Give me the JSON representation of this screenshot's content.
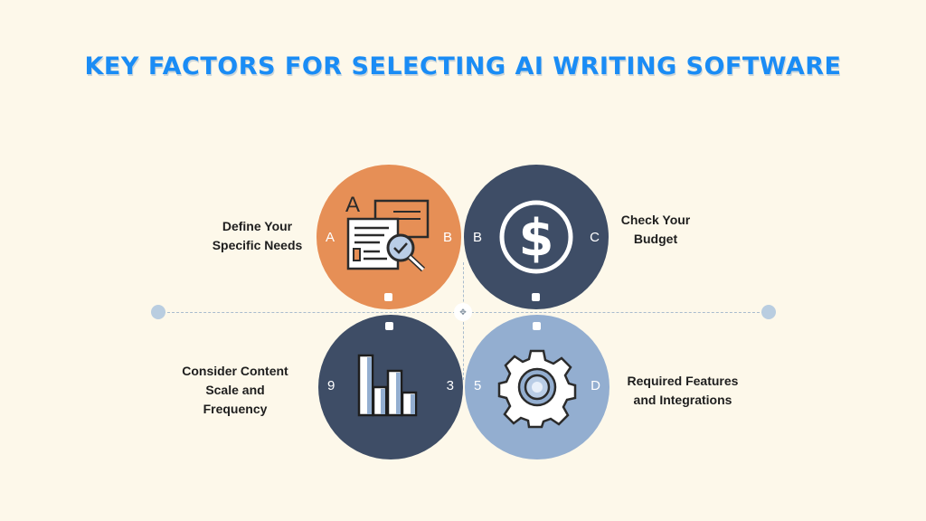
{
  "title": "KEY FACTORS FOR SELECTING AI WRITING SOFTWARE",
  "colors": {
    "title": "#1a8cf5",
    "orange": "#e68f56",
    "navy": "#3e4d66",
    "light_blue": "#93aed0",
    "background": "#fdf8ea"
  },
  "factors": [
    {
      "label_line1": "Define Your",
      "label_line2": "Specific Needs",
      "left_letter": "A",
      "right_letter": "B",
      "icon": "document-magnifier-icon"
    },
    {
      "label_line1": "Check Your",
      "label_line2": "Budget",
      "left_letter": "B",
      "right_letter": "C",
      "icon": "dollar-icon"
    },
    {
      "label_line1": "Consider Content",
      "label_line2": "Scale and",
      "label_line3": "Frequency",
      "left_letter": "9",
      "right_letter": "3",
      "icon": "bar-chart-icon"
    },
    {
      "label_line1": "Required Features",
      "label_line2": "and Integrations",
      "left_letter": "5",
      "right_letter": "D",
      "icon": "gear-icon"
    }
  ]
}
